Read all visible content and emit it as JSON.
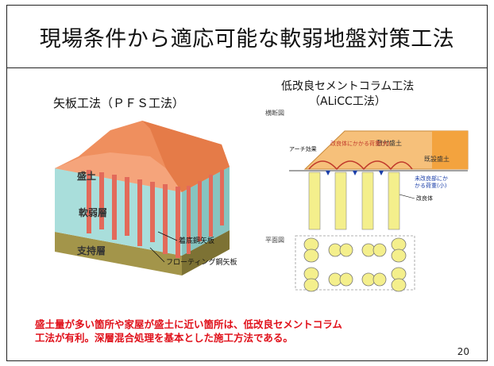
{
  "slide": {
    "title": "現場条件から適応可能な軟弱地盤対策工法",
    "page_number": "20"
  },
  "left_figure": {
    "caption": "矢板工法（ＰＦＳ工法）",
    "labels": {
      "fill": "盛土",
      "soft_layer": "軟弱層",
      "support_layer": "支持層",
      "bearing_pile": "着底鋼矢板",
      "floating_pile": "フローティング鋼矢板"
    }
  },
  "right_figure": {
    "caption_line1": "低改良セメントコラム工法",
    "caption_line2": "（ALiCC工法）",
    "labels": {
      "cross_section": "横断図",
      "plan_view": "平面図",
      "new_fill": "敷付盛土",
      "existing_fill": "既設盛土",
      "arch_effect": "アーチ効果",
      "load_large": "改良体にかかる荷重(大)",
      "load_small_1": "未改良部にか",
      "load_small_2": "かる荷重(小)",
      "improved_body": "改良体"
    }
  },
  "note": {
    "line1": "盛土量が多い箇所や家屋が盛土に近い箇所は、低改良セメントコラム",
    "line2": "工法が有利。深層混合処理を基本とした施工方法である。"
  },
  "colors": {
    "note_red": "#e0101a",
    "fill_orange": "#ef8f5e",
    "soft_blue": "#a9dedb",
    "support_olive": "#a3954a",
    "pile_red": "#e36a5a",
    "column_yellow": "#f4ef8c",
    "embank_orange": "#f6c07a"
  }
}
